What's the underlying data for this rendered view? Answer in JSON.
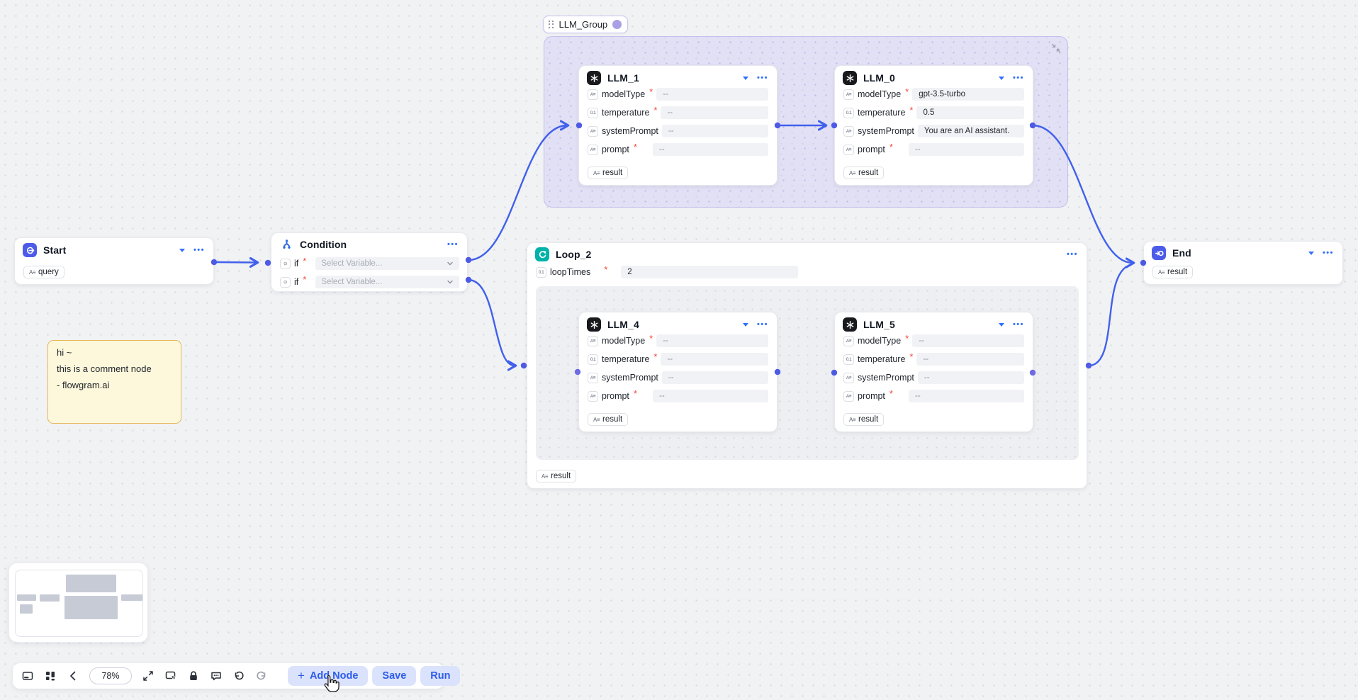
{
  "group": {
    "label": "LLM_Group"
  },
  "comment": {
    "line1": "hi ~",
    "line2": "this is a comment node",
    "line3": "- flowgram.ai"
  },
  "toolbar": {
    "zoom_level": "78%",
    "add_node_label": "Add Node",
    "save_label": "Save",
    "run_label": "Run"
  },
  "nodes": {
    "start": {
      "title": "Start",
      "output_tag": "query"
    },
    "condition": {
      "title": "Condition",
      "rows": [
        {
          "label": "if",
          "required": true,
          "placeholder": "Select Variable..."
        },
        {
          "label": "if",
          "required": true,
          "placeholder": "Select Variable..."
        }
      ]
    },
    "loop": {
      "title": "Loop_2",
      "param_label": "loopTimes",
      "param_required": true,
      "param_value": "2",
      "output_tag": "result"
    },
    "end": {
      "title": "End",
      "output_tag": "result"
    }
  },
  "llm_nodes": [
    {
      "id": "llm_1",
      "title": "LLM_1",
      "output_tag": "result",
      "fields": [
        {
          "label": "modelType",
          "type": "string",
          "required": true,
          "value": "--"
        },
        {
          "label": "temperature",
          "type": "number",
          "required": true,
          "value": "--"
        },
        {
          "label": "systemPrompt",
          "type": "string",
          "required": false,
          "value": "--"
        },
        {
          "label": "prompt",
          "type": "string",
          "required": true,
          "value": "--"
        }
      ]
    },
    {
      "id": "llm_0",
      "title": "LLM_0",
      "output_tag": "result",
      "fields": [
        {
          "label": "modelType",
          "type": "string",
          "required": true,
          "value": "gpt-3.5-turbo"
        },
        {
          "label": "temperature",
          "type": "number",
          "required": true,
          "value": "0.5"
        },
        {
          "label": "systemPrompt",
          "type": "string",
          "required": false,
          "value": "You are an AI assistant."
        },
        {
          "label": "prompt",
          "type": "string",
          "required": true,
          "value": "--"
        }
      ]
    },
    {
      "id": "llm_4",
      "title": "LLM_4",
      "output_tag": "result",
      "fields": [
        {
          "label": "modelType",
          "type": "string",
          "required": true,
          "value": "--"
        },
        {
          "label": "temperature",
          "type": "number",
          "required": true,
          "value": "--"
        },
        {
          "label": "systemPrompt",
          "type": "string",
          "required": false,
          "value": "--"
        },
        {
          "label": "prompt",
          "type": "string",
          "required": true,
          "value": "--"
        }
      ]
    },
    {
      "id": "llm_5",
      "title": "LLM_5",
      "output_tag": "result",
      "fields": [
        {
          "label": "modelType",
          "type": "string",
          "required": true,
          "value": "--"
        },
        {
          "label": "temperature",
          "type": "number",
          "required": true,
          "value": "--"
        },
        {
          "label": "systemPrompt",
          "type": "string",
          "required": false,
          "value": "--"
        },
        {
          "label": "prompt",
          "type": "string",
          "required": true,
          "value": "--"
        }
      ]
    }
  ],
  "icons": {
    "more": "•••",
    "string_type": "A≡",
    "number_type": "0.1",
    "condition_type": "⊙",
    "plus": "+"
  },
  "colors": {
    "accent_blue": "#3370ff",
    "edge_blue": "#4160ec",
    "port_dot": "#4d5be4",
    "loop_teal": "#00b2a9",
    "start_indigo": "#4d5ce8",
    "llm_black": "#17191d",
    "group_purple": "#a89fe6",
    "comment_bg": "#fdf8dc",
    "comment_border": "#e7b75a",
    "required_red": "#f5483b"
  }
}
